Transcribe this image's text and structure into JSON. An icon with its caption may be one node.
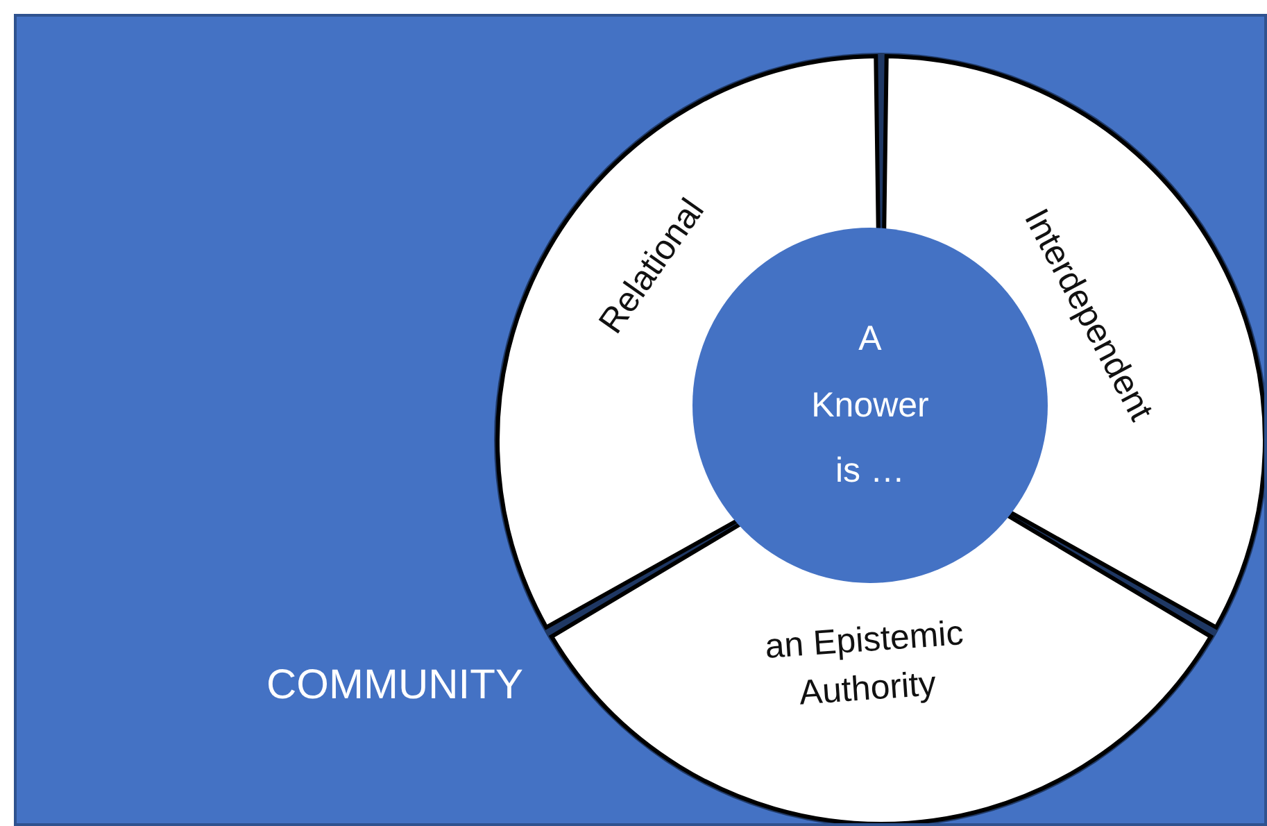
{
  "diagram": {
    "nodes": [
      {
        "text": [
          "COMMUNITY"
        ]
      },
      {
        "text": [
          "Relational"
        ],
        "in": 0
      },
      {
        "text": [
          "Interdependent"
        ],
        "in": 0
      },
      {
        "text": [
          "A Knower is …"
        ],
        "in": 0
      },
      {
        "text": [
          "an Epistemic Authority"
        ],
        "in": 0
      }
    ],
    "edges": []
  }
}
